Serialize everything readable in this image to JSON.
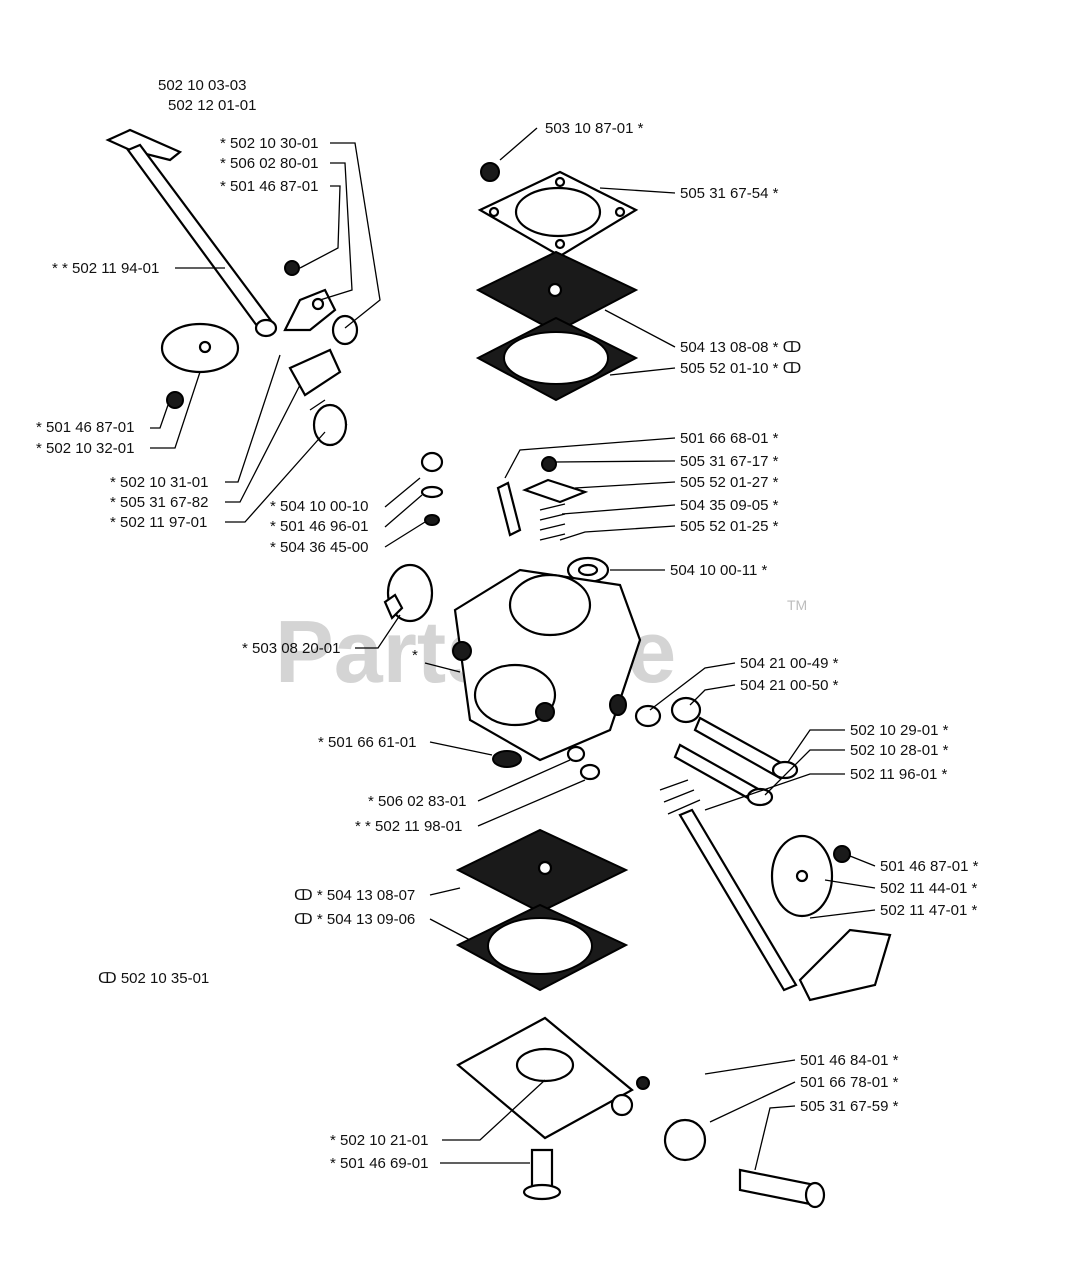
{
  "watermark": {
    "text": "PartsTree",
    "trademark": "TM"
  },
  "top_labels": [
    "502 10 03-03",
    "502 12 01-01"
  ],
  "callouts": [
    "* 502 10 30-01",
    "* 506 02 80-01",
    "* 501 46 87-01",
    "* * 502 11 94-01",
    "* 501 46 87-01",
    "* 502 10 32-01",
    "* 502 10 31-01",
    "* 505 31 67-82",
    "* 502 11 97-01",
    "* 504 10 00-10",
    "* 501 46 96-01",
    "* 504 36 45-00",
    "* 503 08 20-01",
    "*",
    "* 501 66 61-01",
    "* 506 02 83-01",
    "* * 502 11 98-01",
    "ↀ * 504 13 08-07",
    "ↀ * 504 13 09-06",
    "ↀ 502 10 35-01",
    "* 502 10 21-01",
    "* 501 46 69-01",
    "503 10 87-01 *",
    "505 31 67-54 *",
    "504 13 08-08 * ↀ",
    "505 52 01-10 * ↀ",
    "501 66 68-01 *",
    "505 31 67-17 *",
    "505 52 01-27 *",
    "504 35 09-05 *",
    "505 52 01-25 *",
    "504 10 00-11 *",
    "504 21 00-49 *",
    "504 21 00-50 *",
    "502 10 29-01 *",
    "502 10 28-01 *",
    "502 11 96-01 *",
    "501 46 87-01 *",
    "502 11 44-01 *",
    "502 11 47-01 *",
    "501 46 84-01 *",
    "501 66 78-01 *",
    "505 31 67-59 *"
  ],
  "colors": {
    "line": "#000000",
    "background": "#ffffff",
    "watermark": "#d4d4d4"
  }
}
